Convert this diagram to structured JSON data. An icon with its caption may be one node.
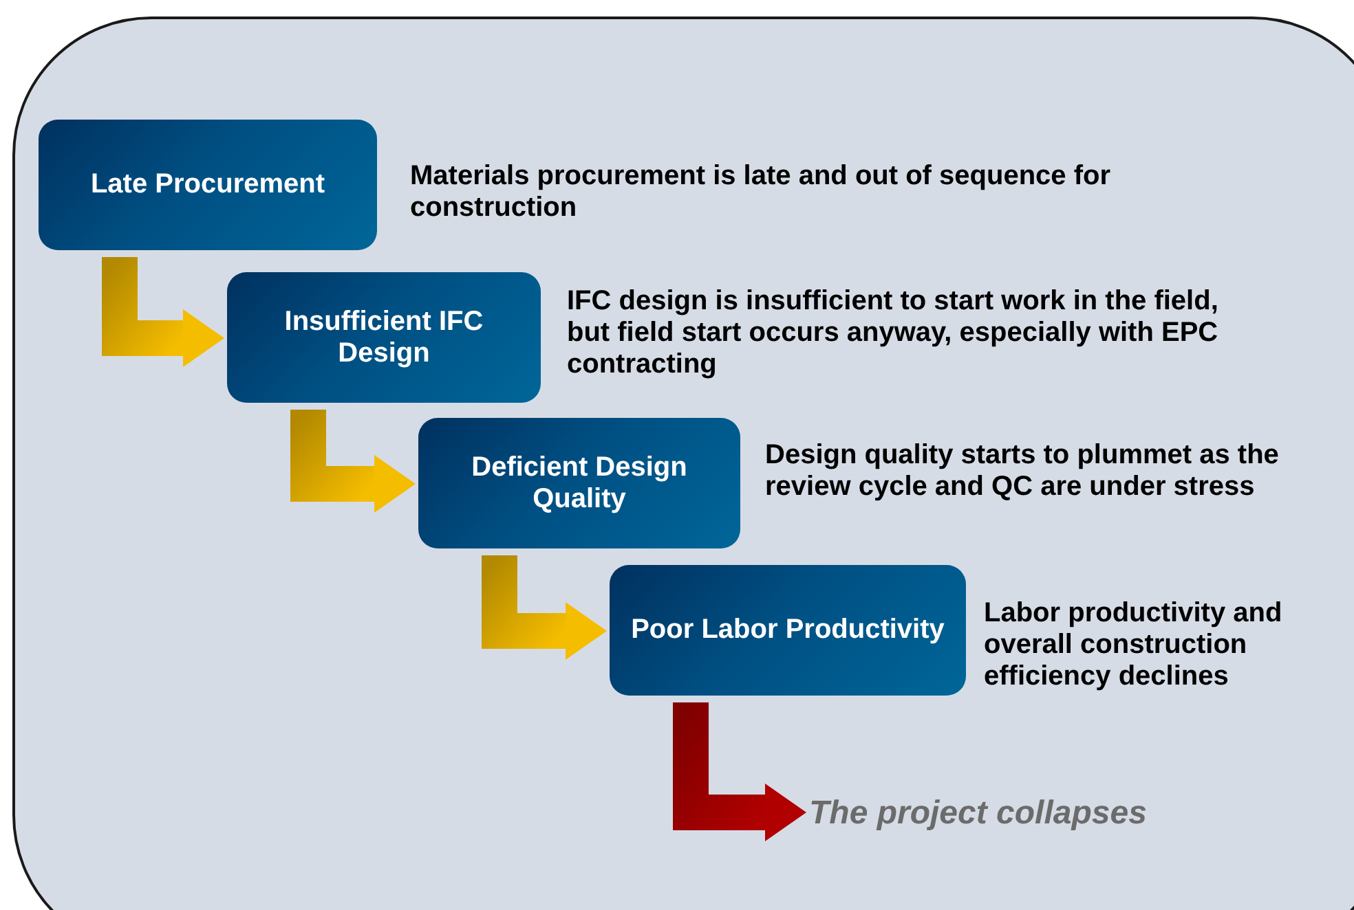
{
  "diagram": {
    "nodes": [
      {
        "text": [
          "Late Procurement"
        ],
        "beside": [
          "Materials procurement is late and out of sequence for construction"
        ]
      },
      {
        "text": [
          "Insufficient IFC Design"
        ],
        "beside": [
          "IFC design is insufficient to start work in the field, but field start occurs anyway, especially with EPC contracting"
        ]
      },
      {
        "text": [
          "Deficient Design Quality"
        ],
        "beside": [
          "Design quality starts to plummet as the review cycle and QC are under stress"
        ]
      },
      {
        "text": [
          "Poor Labor Productivity"
        ],
        "beside": [
          "Labor productivity and overall construction efficiency declines"
        ]
      },
      {
        "text": [
          "The project collapses"
        ]
      }
    ],
    "edges": [
      {
        "from": 0,
        "to": 1,
        "arrow": "to"
      },
      {
        "from": 1,
        "to": 2,
        "arrow": "to"
      },
      {
        "from": 2,
        "to": 3,
        "arrow": "to"
      },
      {
        "from": 3,
        "to": 4,
        "arrow": "to",
        "color": "#b00000"
      }
    ]
  }
}
